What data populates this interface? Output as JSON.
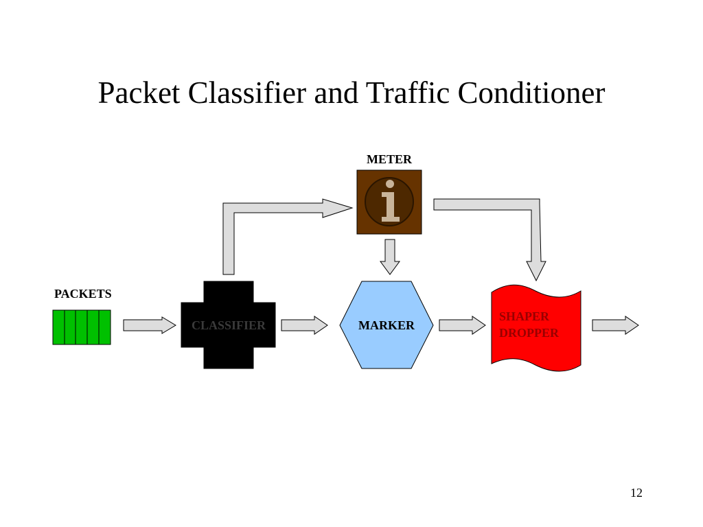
{
  "slide": {
    "title": "Packet Classifier and Traffic Conditioner",
    "page_number": "12"
  },
  "diagram": {
    "labels": {
      "meter": "METER",
      "packets": "PACKETS",
      "classifier": "CLASSIFIER",
      "marker": "MARKER",
      "shaper_line1": "SHAPER",
      "shaper_line2": "DROPPER"
    },
    "icons": {
      "meter": "info-icon"
    },
    "colors": {
      "packets_fill": "#00c000",
      "classifier_fill": "#000000",
      "classifier_text": "#3a3a3a",
      "marker_fill": "#99ccff",
      "shaper_fill": "#ff0000",
      "shaper_text": "#990000",
      "meter_fill": "#663300",
      "arrow_fill": "#dddddd"
    }
  }
}
